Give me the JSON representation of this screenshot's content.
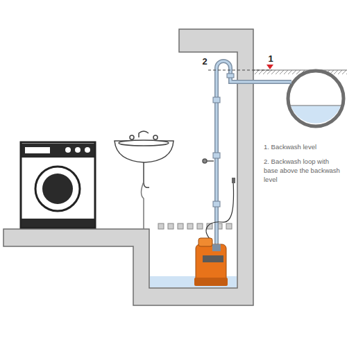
{
  "diagram": {
    "labels": [
      "1",
      "2",
      "1. Backwash level",
      "2. Backwash loop with base above the backwash level"
    ]
  }
}
